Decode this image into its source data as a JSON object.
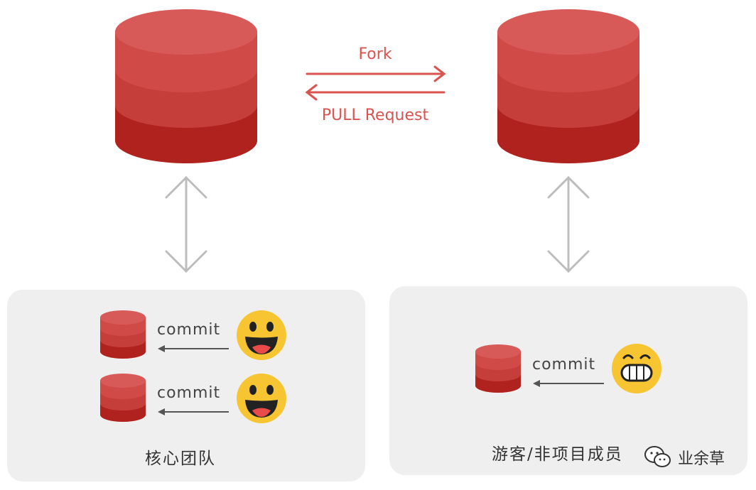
{
  "fork_label": "Fork",
  "pull_request_label": "PULL Request",
  "core_team": {
    "label": "核心团队",
    "commits": [
      {
        "label": "commit"
      },
      {
        "label": "commit"
      }
    ]
  },
  "guest": {
    "label": "游客/非项目成员",
    "commits": [
      {
        "label": "commit"
      }
    ]
  },
  "watermark": {
    "text": "业余草",
    "icon": "wechat-icon"
  },
  "colors": {
    "db_top": "#d85a58",
    "db_mid": "#c63e3a",
    "db_bottom": "#b0221d",
    "arrow_red": "#d9534f",
    "arrow_gray": "#bdbdbd",
    "panel_bg": "#efefef",
    "emoji_yellow": "#f7c531"
  }
}
